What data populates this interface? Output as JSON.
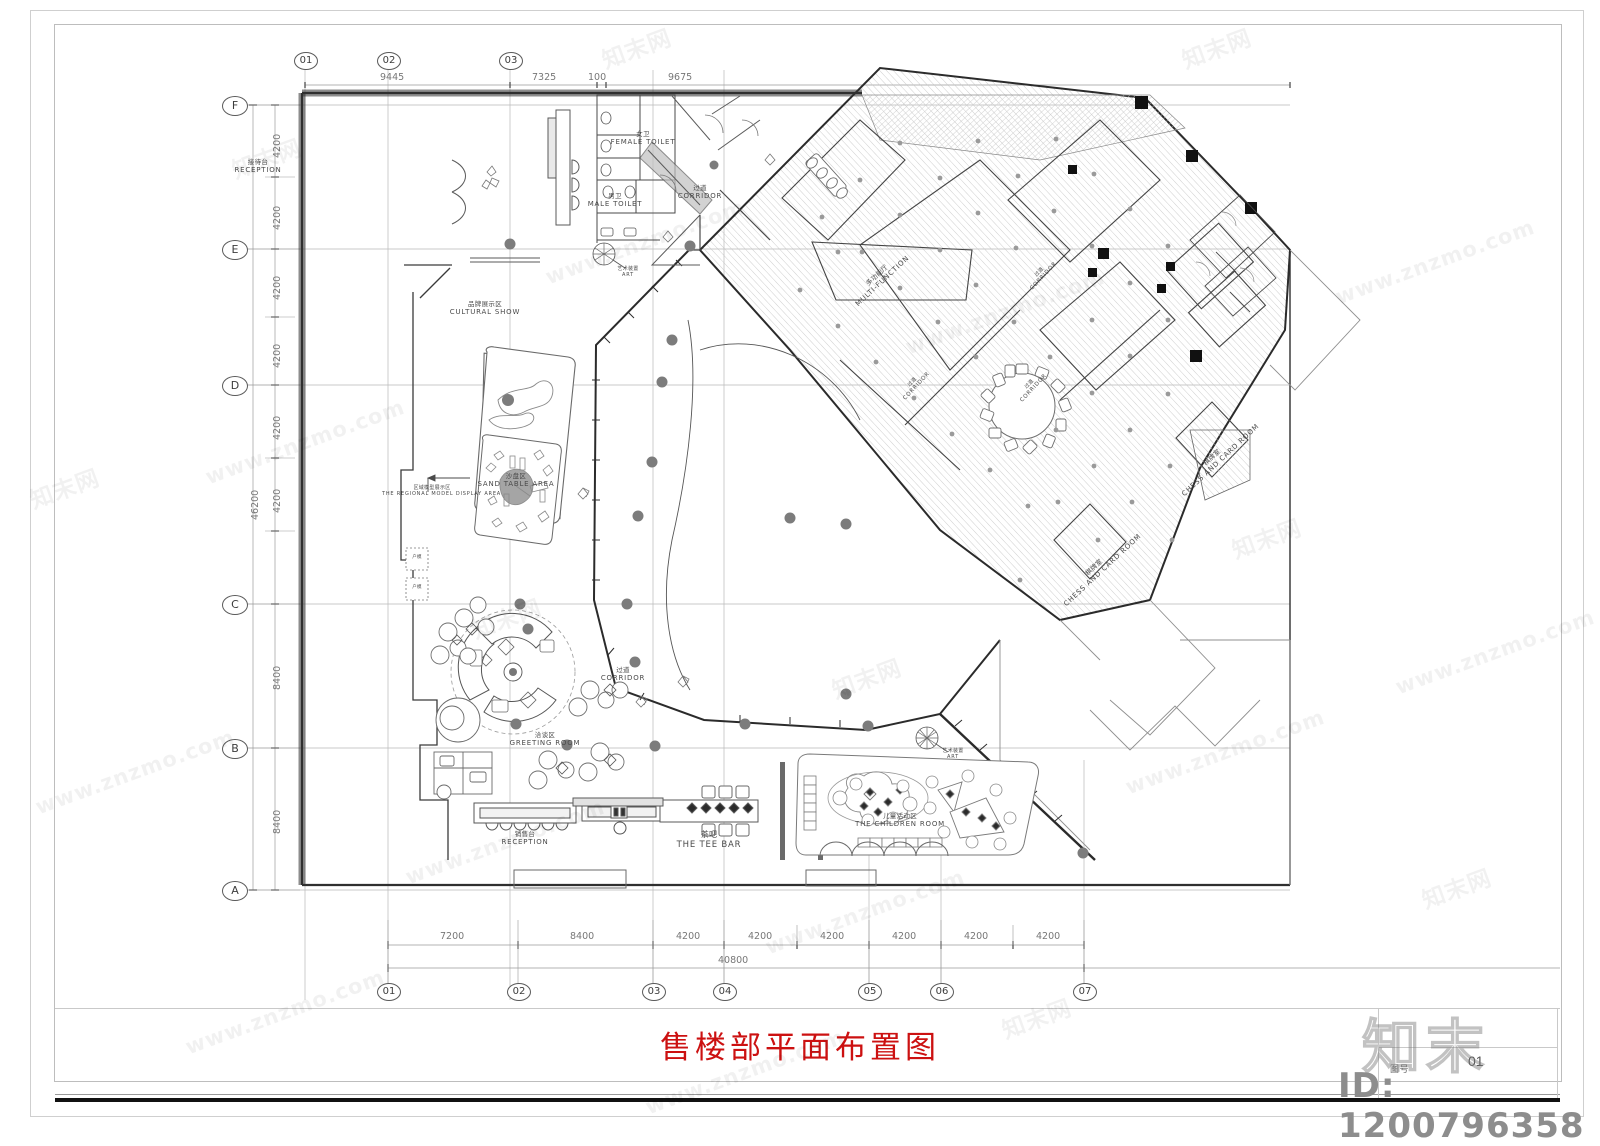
{
  "sheet": {
    "title_cn": "售楼部平面布置图",
    "title_color": "#cc1111",
    "drawing_no_label": "图号",
    "drawing_no": "01",
    "watermark_logo": "知末",
    "watermark_id": "ID: 1200796358",
    "watermark_site": "www.znzmo.com",
    "watermark_cn": "知末网"
  },
  "grids": {
    "horizontal_label": "Numeric grid axes along the top and bottom",
    "vertical_label": "Letter grid axes along the left",
    "top_bubbles": [
      "01",
      "02",
      "03"
    ],
    "bottom_bubbles": [
      "01",
      "02",
      "03",
      "04",
      "05",
      "06",
      "07"
    ],
    "left_bubbles": [
      "F",
      "E",
      "D",
      "C",
      "B",
      "A"
    ]
  },
  "dimensions": {
    "top_chain": [
      "9445",
      "7325",
      "100",
      "9675"
    ],
    "bottom_chain": [
      "7200",
      "8400",
      "4200",
      "4200",
      "4200",
      "4200",
      "4200",
      "4200"
    ],
    "bottom_total": "40800",
    "left_chain": [
      "4200",
      "4200",
      "4200",
      "4200",
      "4200",
      "4200",
      "8400",
      "8400"
    ],
    "left_total": "46200"
  },
  "rooms": [
    {
      "id": "reception_top",
      "cn": "接待台",
      "en": "RECEPTION"
    },
    {
      "id": "female_toilet",
      "cn": "女卫",
      "en": "FEMALE TOILET"
    },
    {
      "id": "male_toilet",
      "cn": "男卫",
      "en": "MALE TOILET"
    },
    {
      "id": "corridor_top",
      "cn": "过道",
      "en": "CORRIDOR"
    },
    {
      "id": "art_top",
      "cn": "艺术装置",
      "en": "ART"
    },
    {
      "id": "cultural_show",
      "cn": "品牌展示区",
      "en": "CULTURAL SHOW"
    },
    {
      "id": "sand_table",
      "cn": "沙盘区",
      "en": "SAND TABLE AREA"
    },
    {
      "id": "regional_model",
      "cn": "区域模型展示区",
      "en": "THE REGIONAL MODEL DISPLAY AREA"
    },
    {
      "id": "greeting_room",
      "cn": "洽谈区",
      "en": "GREETING ROOM"
    },
    {
      "id": "corridor_mid",
      "cn": "过道",
      "en": "CORRIDOR"
    },
    {
      "id": "reception_bot",
      "cn": "销售台",
      "en": "RECEPTION"
    },
    {
      "id": "tee_bar",
      "cn": "茶吧",
      "en": "THE TEE BAR"
    },
    {
      "id": "children_room",
      "cn": "儿童活动区",
      "en": "THE CHILDREN ROOM"
    },
    {
      "id": "art_bot",
      "cn": "艺术装置",
      "en": "ART"
    },
    {
      "id": "multi_function",
      "cn": "多功能厅",
      "en": "MULTI-FUNCTION"
    },
    {
      "id": "chess_card_1",
      "cn": "棋牌室",
      "en": "CHESS AND CARD ROOM"
    },
    {
      "id": "chess_card_2",
      "cn": "棋牌室",
      "en": "CHESS AND CARD ROOM"
    },
    {
      "id": "corridor_rot_1",
      "cn": "过道",
      "en": "CORRIDOR"
    },
    {
      "id": "corridor_rot_2",
      "cn": "过道",
      "en": "CORRIDOR"
    },
    {
      "id": "corridor_rot_3",
      "cn": "过道",
      "en": "CORRIDOR"
    },
    {
      "id": "unit_model_1",
      "cn": "户模",
      "en": ""
    },
    {
      "id": "unit_model_2",
      "cn": "户模",
      "en": ""
    }
  ],
  "colors": {
    "wall": "#2b2b2b",
    "furniture": "#6f6f6f",
    "hatch": "#bdbdbd",
    "grid_line": "#b5b5b5",
    "dim_text": "#777777",
    "title_red": "#cc1111",
    "column_black": "#111111",
    "planter": "#7a7a7a"
  }
}
